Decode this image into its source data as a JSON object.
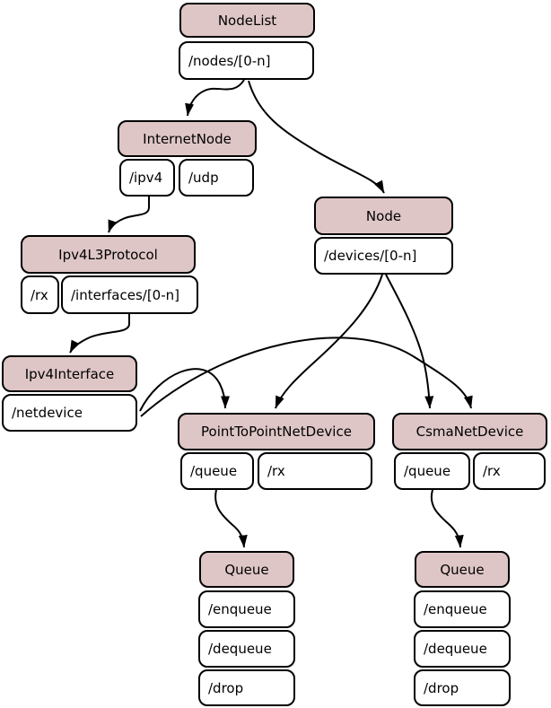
{
  "colors": {
    "header_fill": "#dfc6c6",
    "row_fill": "#ffffff",
    "border": "#000000"
  },
  "nodes": {
    "nodelist": {
      "title": "NodeList",
      "rows": {
        "r0": "/nodes/[0-n]"
      }
    },
    "internetnode": {
      "title": "InternetNode",
      "rows": {
        "r0": "/ipv4",
        "r1": "/udp"
      }
    },
    "node": {
      "title": "Node",
      "rows": {
        "r0": "/devices/[0-n]"
      }
    },
    "ipv4l3protocol": {
      "title": "Ipv4L3Protocol",
      "rows": {
        "r0": "/rx",
        "r1": "/interfaces/[0-n]"
      }
    },
    "ipv4interface": {
      "title": "Ipv4Interface",
      "rows": {
        "r0": "/netdevice"
      }
    },
    "p2pnetdevice": {
      "title": "PointToPointNetDevice",
      "rows": {
        "r0": "/queue",
        "r1": "/rx"
      }
    },
    "csmanetdevice": {
      "title": "CsmaNetDevice",
      "rows": {
        "r0": "/queue",
        "r1": "/rx"
      }
    },
    "queue_left": {
      "title": "Queue",
      "rows": {
        "r0": "/enqueue",
        "r1": "/dequeue",
        "r2": "/drop"
      }
    },
    "queue_right": {
      "title": "Queue",
      "rows": {
        "r0": "/enqueue",
        "r1": "/dequeue",
        "r2": "/drop"
      }
    }
  },
  "edges": [
    {
      "from": "NodeList./nodes/[0-n]",
      "to": "InternetNode"
    },
    {
      "from": "NodeList./nodes/[0-n]",
      "to": "Node"
    },
    {
      "from": "InternetNode./ipv4",
      "to": "Ipv4L3Protocol"
    },
    {
      "from": "Ipv4L3Protocol./interfaces/[0-n]",
      "to": "Ipv4Interface"
    },
    {
      "from": "Ipv4Interface./netdevice",
      "to": "PointToPointNetDevice"
    },
    {
      "from": "Ipv4Interface./netdevice",
      "to": "CsmaNetDevice"
    },
    {
      "from": "Node./devices/[0-n]",
      "to": "PointToPointNetDevice"
    },
    {
      "from": "Node./devices/[0-n]",
      "to": "CsmaNetDevice"
    },
    {
      "from": "PointToPointNetDevice./queue",
      "to": "Queue"
    },
    {
      "from": "CsmaNetDevice./queue",
      "to": "Queue"
    }
  ]
}
